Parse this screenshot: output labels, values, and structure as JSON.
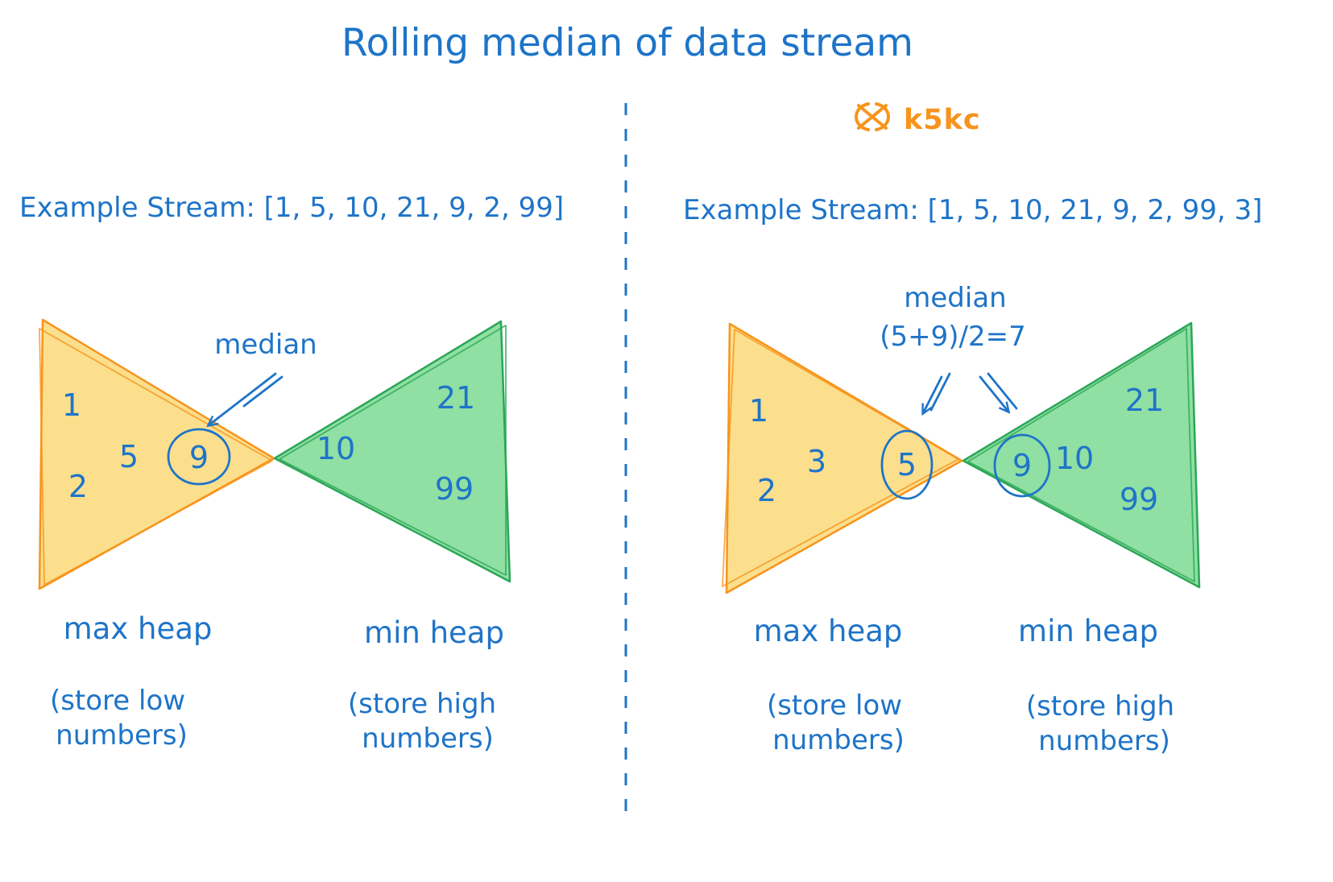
{
  "title": "Rolling median of data stream",
  "logo": {
    "text": "k5kc"
  },
  "colors": {
    "text_blue": "#1e74c8",
    "accent_orange": "#f7941d",
    "max_heap_fill": "#fbdf8d",
    "max_heap_stroke": "#f7941d",
    "min_heap_fill": "#90dfa3",
    "min_heap_stroke": "#2aa657"
  },
  "panels": [
    {
      "stream_label": "Example Stream: [1, 5, 10, 21, 9, 2, 99]",
      "median_annotation": {
        "label": "median",
        "formula": ""
      },
      "max_heap": {
        "name": "max heap",
        "sublabel": [
          "(store low",
          "numbers)"
        ],
        "items": [
          "1",
          "5",
          "2"
        ],
        "median_item": "9"
      },
      "min_heap": {
        "name": "min heap",
        "sublabel": [
          "(store high",
          "numbers)"
        ],
        "items": [
          "21",
          "10",
          "99"
        ],
        "median_item": ""
      }
    },
    {
      "stream_label": "Example Stream: [1, 5, 10, 21, 9, 2, 99, 3]",
      "median_annotation": {
        "label": "median",
        "formula": "(5+9)/2=7"
      },
      "max_heap": {
        "name": "max heap",
        "sublabel": [
          "(store low",
          "numbers)"
        ],
        "items": [
          "1",
          "3",
          "2"
        ],
        "median_item": "5"
      },
      "min_heap": {
        "name": "min heap",
        "sublabel": [
          "(store high",
          "numbers)"
        ],
        "items": [
          "10",
          "21",
          "99"
        ],
        "median_item": "9"
      }
    }
  ]
}
